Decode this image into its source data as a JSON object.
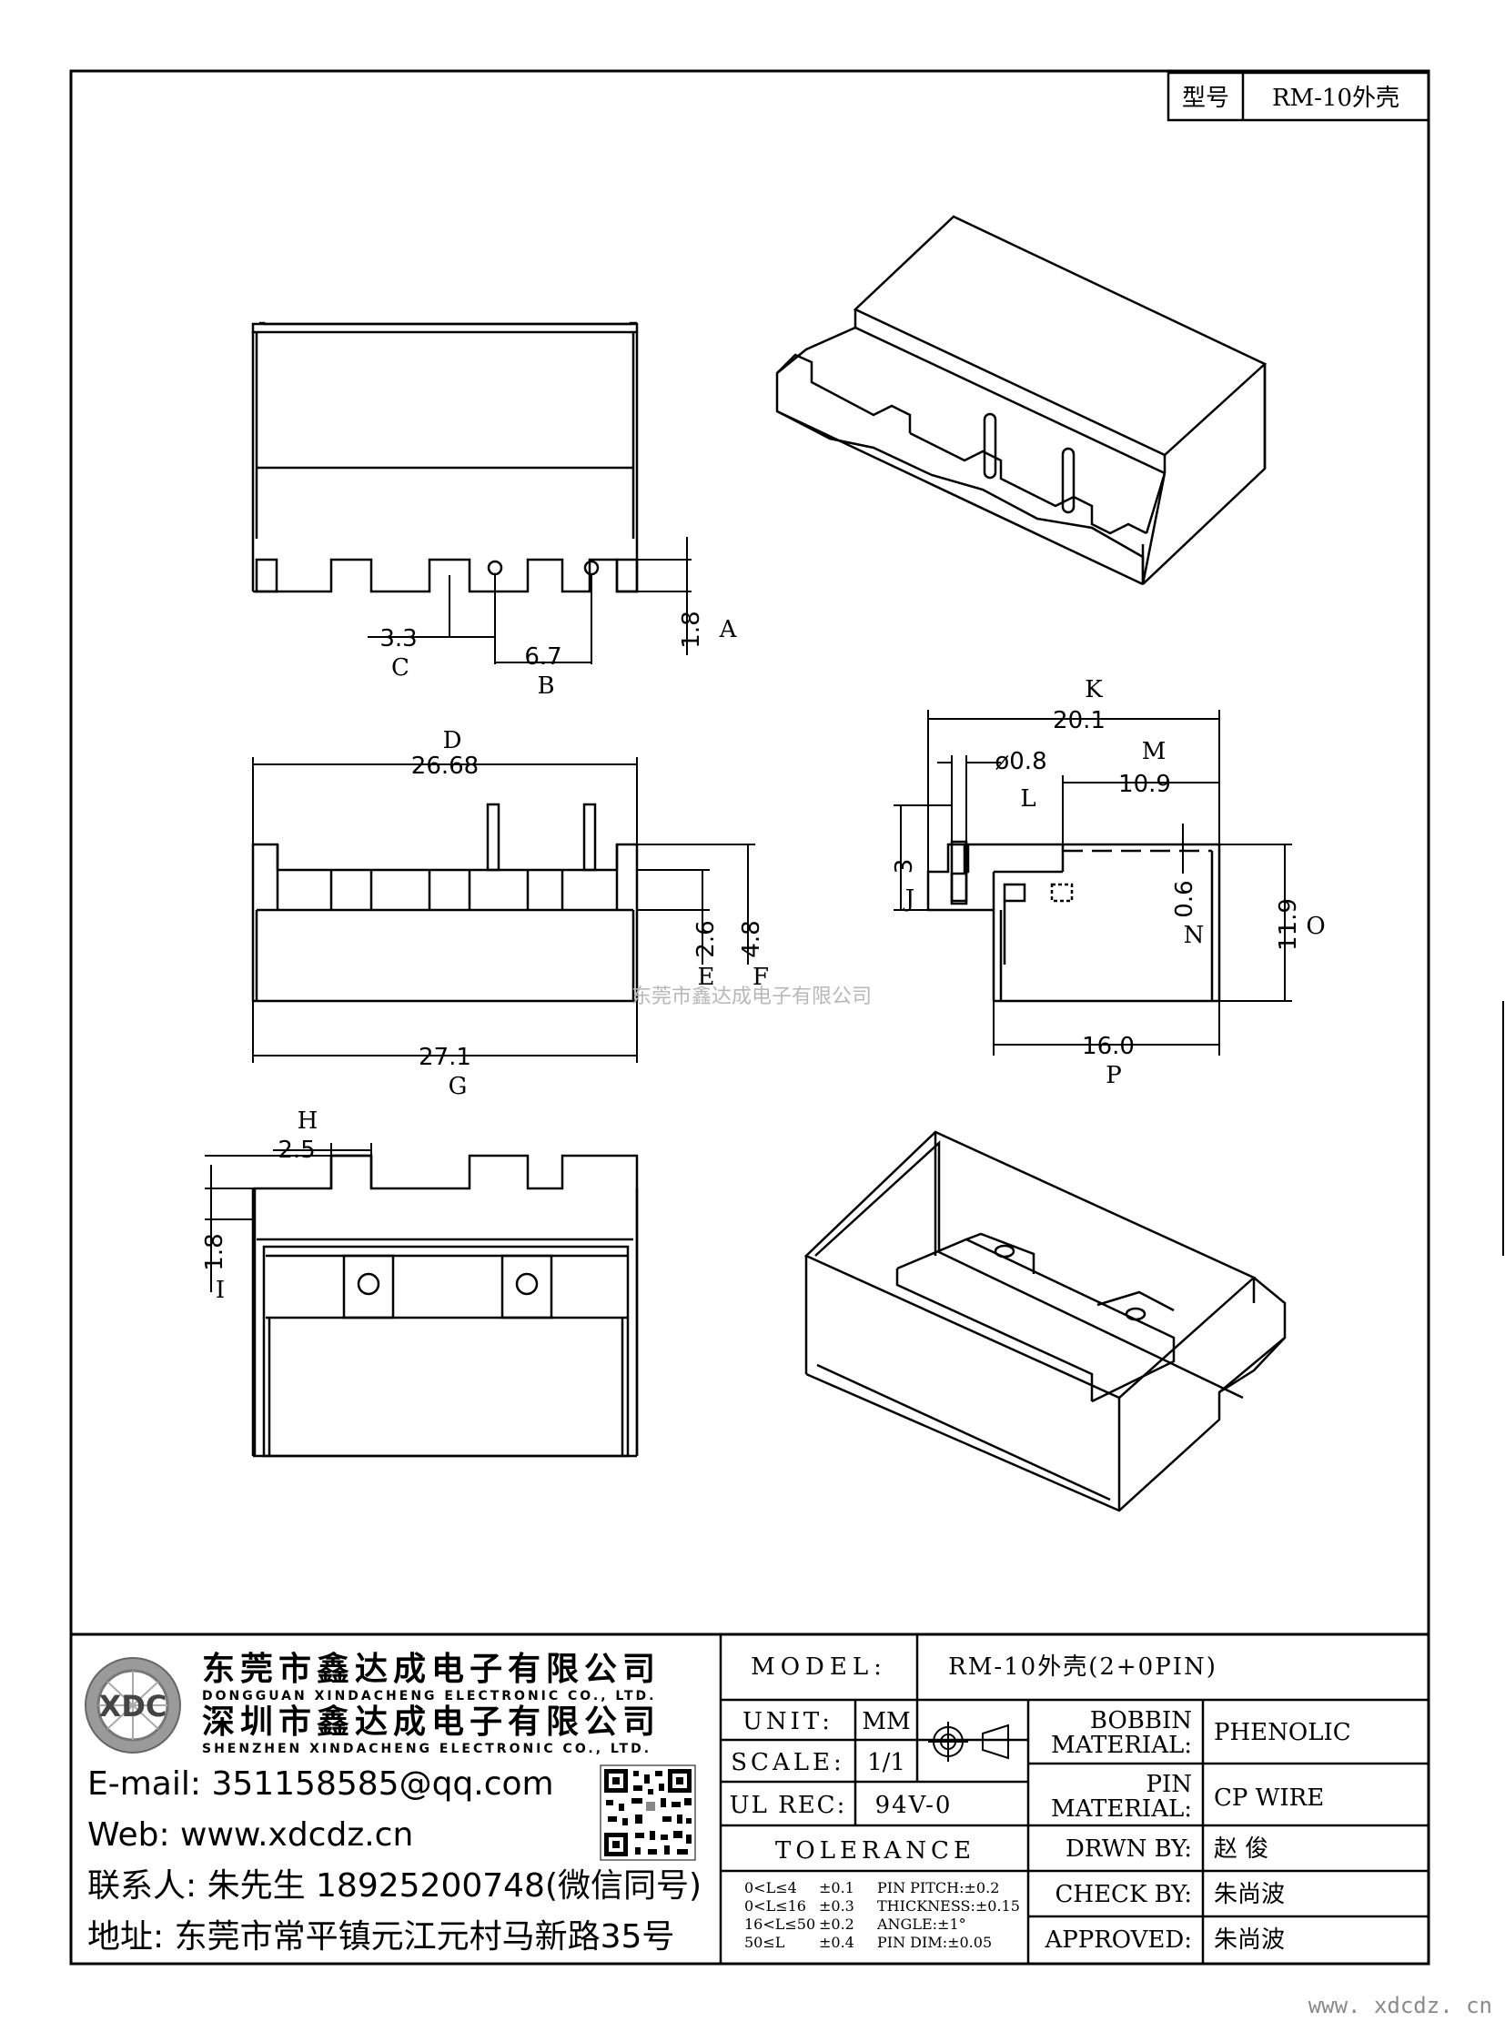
{
  "header": {
    "model_label": "型号",
    "model_value": "RM-10外壳"
  },
  "dimensions": {
    "view1": {
      "c_val": "3.3",
      "c_lbl": "C",
      "b_val": "6.7",
      "b_lbl": "B",
      "a_val": "1.8",
      "a_lbl": "A"
    },
    "view2": {
      "d_lbl": "D",
      "d_val": "26.68",
      "e_val": "2.6",
      "e_lbl": "E",
      "f_val": "4.8",
      "f_lbl": "F",
      "g_val": "27.1",
      "g_lbl": "G"
    },
    "view3": {
      "k_lbl": "K",
      "k_val": "20.1",
      "l_val": "ø0.8",
      "l_lbl": "L",
      "m_lbl": "M",
      "m_val": "10.9",
      "j_val": "3",
      "j_lbl": "J",
      "n_val": "0.6",
      "n_lbl": "N",
      "o_val": "11.9",
      "o_lbl": "O",
      "p_val": "16.0",
      "p_lbl": "P"
    },
    "view4": {
      "h_lbl": "H",
      "h_val": "2.5",
      "i_val": "1.8",
      "i_lbl": "I"
    }
  },
  "watermark": "东莞市鑫达成电子有限公司",
  "company": {
    "name_cn_1": "东莞市鑫达成电子有限公司",
    "name_en_1": "DONGGUAN XINDACHENG ELECTRONIC CO., LTD.",
    "name_cn_2": "深圳市鑫达成电子有限公司",
    "name_en_2": "SHENZHEN XINDACHENG ELECTRONIC CO., LTD.",
    "logo_text": "XDC",
    "email": "E-mail:  351158585@qq.com",
    "web": "Web:  www.xdcdz.cn",
    "contact": "联系人:  朱先生 18925200748(微信同号)",
    "address": "地址:  东莞市常平镇元江元村马新路35号"
  },
  "title_block": {
    "model_label": "MODEL:",
    "model_value": "RM-10外壳(2+0PIN)",
    "unit_label": "UNIT:",
    "unit_value": "MM",
    "scale_label": "SCALE:",
    "scale_value": "1/1",
    "ul_label": "UL REC:",
    "ul_value": "94V-0",
    "tolerance_label": "TOLERANCE",
    "tol_rows": [
      {
        "range": "0<L≤4",
        "tol": "±0.1",
        "spec": "PIN PITCH:±0.2"
      },
      {
        "range": "0<L≤16",
        "tol": "±0.3",
        "spec": "THICKNESS:±0.15"
      },
      {
        "range": "16<L≤50",
        "tol": "±0.2",
        "spec": "ANGLE:±1°"
      },
      {
        "range": "50≤L",
        "tol": "±0.4",
        "spec": "PIN DIM:±0.05"
      }
    ],
    "bobbin_label_1": "BOBBIN",
    "bobbin_label_2": "MATERIAL:",
    "bobbin_value": "PHENOLIC",
    "pin_label_1": "PIN",
    "pin_label_2": "MATERIAL:",
    "pin_value": "CP WIRE",
    "drawn_label": "DRWN BY:",
    "drawn_value": "赵 俊",
    "check_label": "CHECK BY:",
    "check_value": "朱尚波",
    "approved_label": "APPROVED:",
    "approved_value": "朱尚波"
  },
  "footer_url": "www. xdcdz. cn"
}
